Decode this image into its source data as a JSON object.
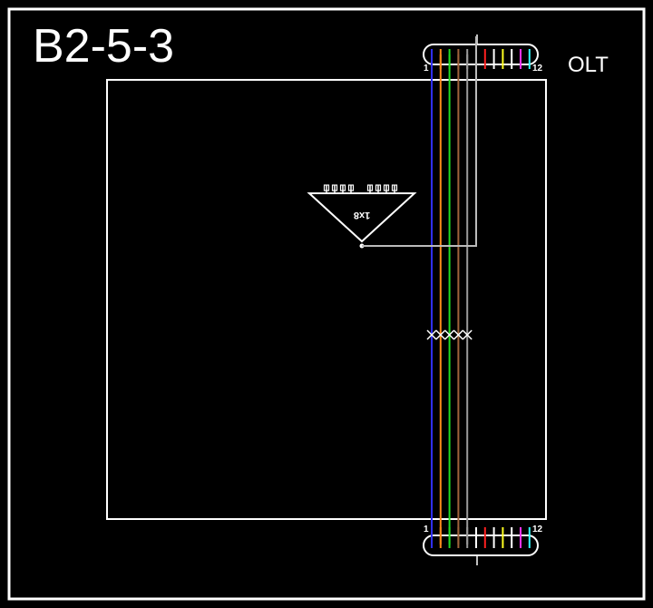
{
  "diagram": {
    "title": "B2-5-3",
    "olt_label": "OLT",
    "top_connector": {
      "first_port": "1",
      "last_port": "12"
    },
    "bottom_connector": {
      "first_port": "1",
      "last_port": "12"
    },
    "splitter": {
      "label": "1x8",
      "output_ports": 8
    },
    "fiber_colors": [
      "#3030ff",
      "#ff8c1a",
      "#22dd22",
      "#a0643c",
      "#9a9a9a",
      "#ffffff",
      "#ff2020",
      "#ffffff",
      "#ffff20",
      "#ffffff",
      "#ff33ff",
      "#33ffff"
    ],
    "colors": {
      "background": "#000000",
      "stroke": "#ffffff",
      "splitter_feed": "#bbbbbb"
    }
  }
}
